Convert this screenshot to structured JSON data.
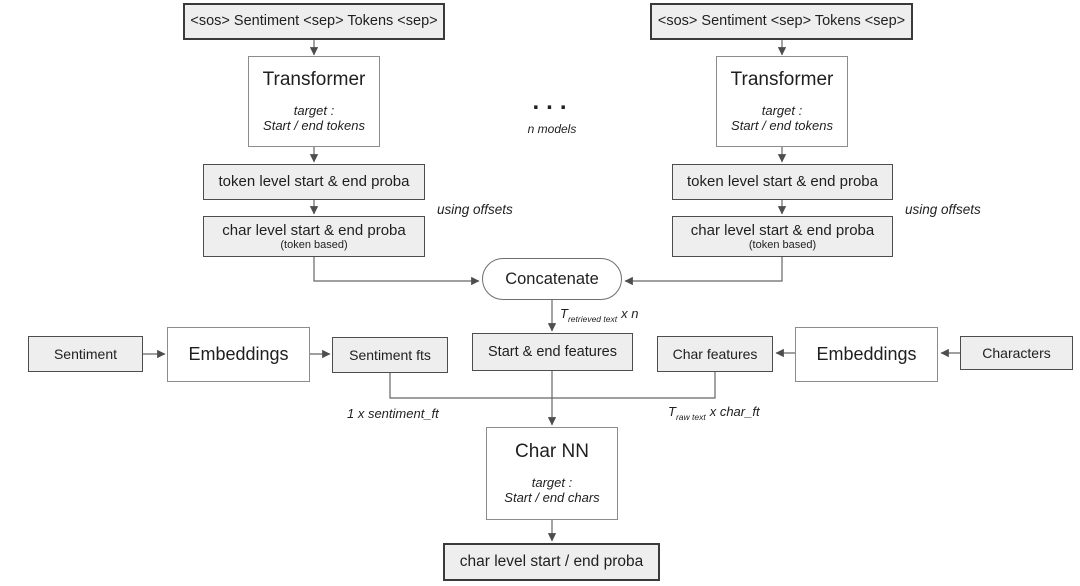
{
  "colors": {
    "background": "#ffffff",
    "box_fill": "#eeeeee",
    "box_border_strong": "#3a3a3a",
    "box_border": "#4d4d4d",
    "white_box_border": "#8c8c8c",
    "connector": "#666666",
    "arrowhead": "#4d4d4d",
    "text": "#1f1f1f"
  },
  "branch": {
    "input": "<sos> Sentiment <sep> Tokens <sep>",
    "transformer_title": "Transformer",
    "target_line1": "target :",
    "target_line2": "Start / end tokens",
    "token_proba": "token level start & end proba",
    "char_proba_line1": "char level start & end proba",
    "char_proba_line2": "(token based)",
    "using_offsets": "using offsets"
  },
  "ensemble": {
    "ellipsis": "...",
    "n_models": "n models"
  },
  "concat": {
    "label": "Concatenate",
    "dim": {
      "t": "T",
      "sub": "retrieved text",
      "rest": "x n"
    }
  },
  "features": {
    "sentiment": "Sentiment",
    "embeddings_left": "Embeddings",
    "sentiment_fts": "Sentiment fts",
    "start_end": "Start & end features",
    "char_features": "Char features",
    "embeddings_right": "Embeddings",
    "characters": "Characters",
    "sentiment_dim": "1 x sentiment_ft",
    "char_dim": {
      "t": "T",
      "sub": "raw text",
      "rest": "x char_ft"
    }
  },
  "char_nn": {
    "title": "Char NN",
    "target_line1": "target :",
    "target_line2": "Start / end chars"
  },
  "output": "char level start / end proba"
}
